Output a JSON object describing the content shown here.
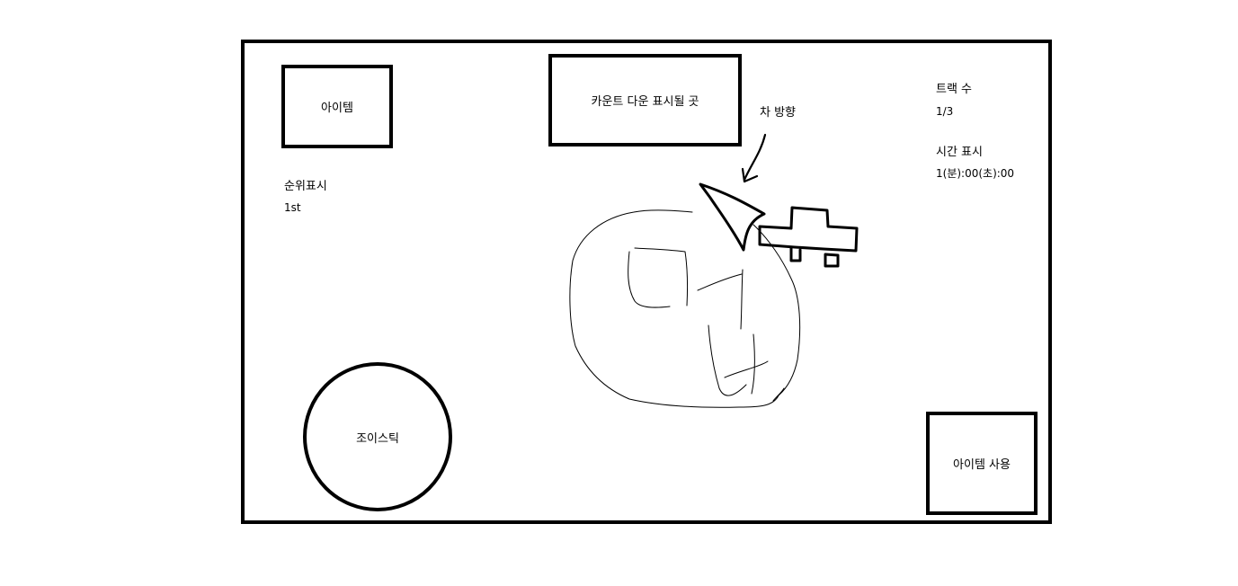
{
  "hud": {
    "item_label": "아이템",
    "countdown_label": "카운트 다운 표시될 곳",
    "car_direction_label": "차 방향",
    "track_count": {
      "title": "트랙 수",
      "value": "1/3"
    },
    "time": {
      "title": "시간 표시",
      "value": "1(분):00(초):00"
    },
    "rank": {
      "title": "순위표시",
      "value": "1st"
    },
    "joystick_label": "조이스틱",
    "use_item_label": "아이템 사용"
  },
  "colors": {
    "ink": "#000000",
    "background": "#ffffff"
  },
  "icons": {
    "direction_arrow": "arrow-down-left-icon",
    "car": "car-sketch-icon",
    "track": "track-sketch-icon"
  }
}
